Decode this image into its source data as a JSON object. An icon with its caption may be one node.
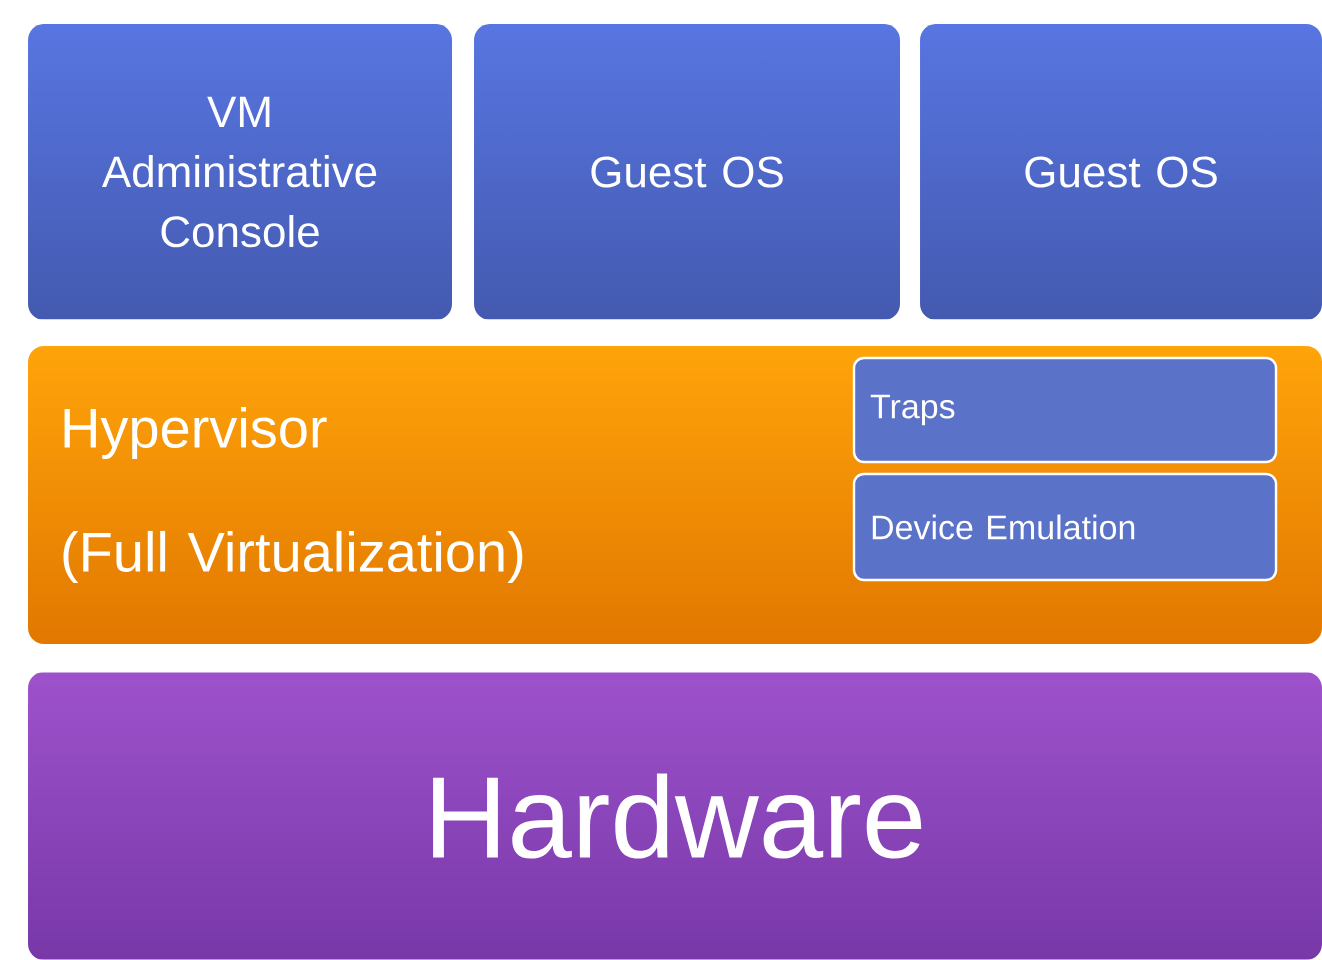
{
  "diagram": {
    "nodes": [
      {
        "text": [
          "VM Administrative Console"
        ]
      },
      {
        "text": [
          "Guest OS"
        ]
      },
      {
        "text": [
          "Guest OS"
        ]
      },
      {
        "text": [
          "Hypervisor",
          "(Full Virtualization)"
        ]
      },
      {
        "text": [
          "Traps"
        ],
        "in": 3
      },
      {
        "text": [
          "Device Emulation"
        ],
        "in": 3
      },
      {
        "text": [
          "Hardware"
        ]
      }
    ]
  }
}
